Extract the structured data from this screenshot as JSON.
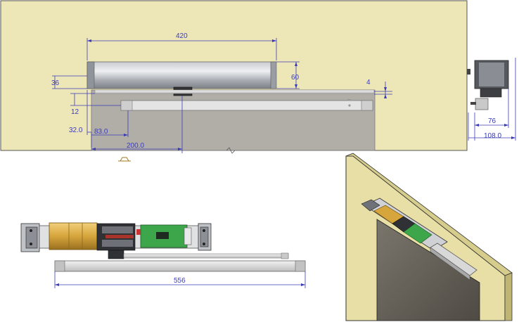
{
  "colors": {
    "wall": "#ede7b8",
    "dim": "#3b3bb8",
    "door": "#b1aea7",
    "cylinder": "#a8acb2",
    "rail": "#d8d8d8",
    "pcb": "#3ea64a",
    "gold": "#d6a53c",
    "iso_wall": "#e8dfa6",
    "iso_door": "#6a665e"
  },
  "front_view": {
    "dim_overall_width": "420",
    "dim_body_height": "60",
    "dim_body_offset": "36",
    "dim_rail_gap": "4",
    "dim_rail_drop": "12",
    "dim_arm_left": "32.0",
    "dim_arm_pivot": "83.0",
    "dim_pivot_span": "200.0"
  },
  "side_view": {
    "dim_depth": "76",
    "dim_total_depth": "108.0"
  },
  "top_view": {
    "dim_length": "556"
  }
}
